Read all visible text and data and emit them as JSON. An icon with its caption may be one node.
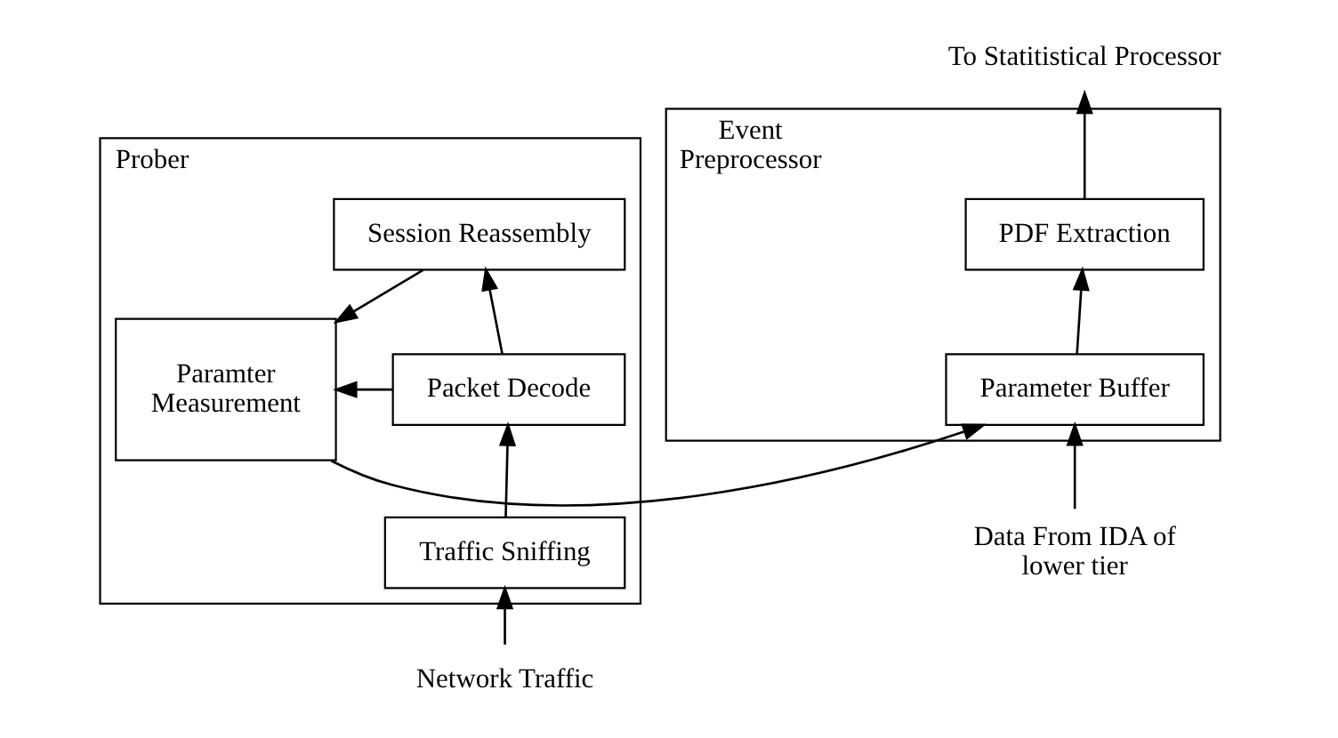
{
  "diagram": {
    "nodes": [
      {
        "text": [
          "Prober"
        ]
      },
      {
        "text": [
          "Session Reassembly"
        ],
        "in": 0
      },
      {
        "text": [
          "Packet Decode"
        ],
        "in": 0
      },
      {
        "text": [
          "Traffic Sniffing"
        ],
        "in": 0
      },
      {
        "text": [
          "Paramter Measurement"
        ],
        "in": 0
      },
      {
        "text": [
          "Event Preprocessor"
        ]
      },
      {
        "text": [
          "PDF Extraction"
        ],
        "in": 5
      },
      {
        "text": [
          "Parameter Buffer"
        ],
        "in": 5
      },
      {
        "text": [
          "Network Traffic"
        ]
      },
      {
        "text": [
          "Data From IDA of lower tier"
        ]
      },
      {
        "text": [
          "To Statitistical Processor"
        ]
      }
    ],
    "edges": [
      {
        "from": 8,
        "to": 3,
        "arrow": "to"
      },
      {
        "from": 3,
        "to": 2,
        "arrow": "to"
      },
      {
        "from": 2,
        "to": 1,
        "arrow": "to"
      },
      {
        "from": 1,
        "to": 4,
        "arrow": "to"
      },
      {
        "from": 2,
        "to": 4,
        "arrow": "to"
      },
      {
        "from": 4,
        "to": 7,
        "arrow": "to"
      },
      {
        "from": 7,
        "to": 6,
        "arrow": "to"
      },
      {
        "from": 9,
        "to": 7,
        "arrow": "to"
      },
      {
        "from": 6,
        "to": 10,
        "arrow": "to"
      }
    ]
  }
}
